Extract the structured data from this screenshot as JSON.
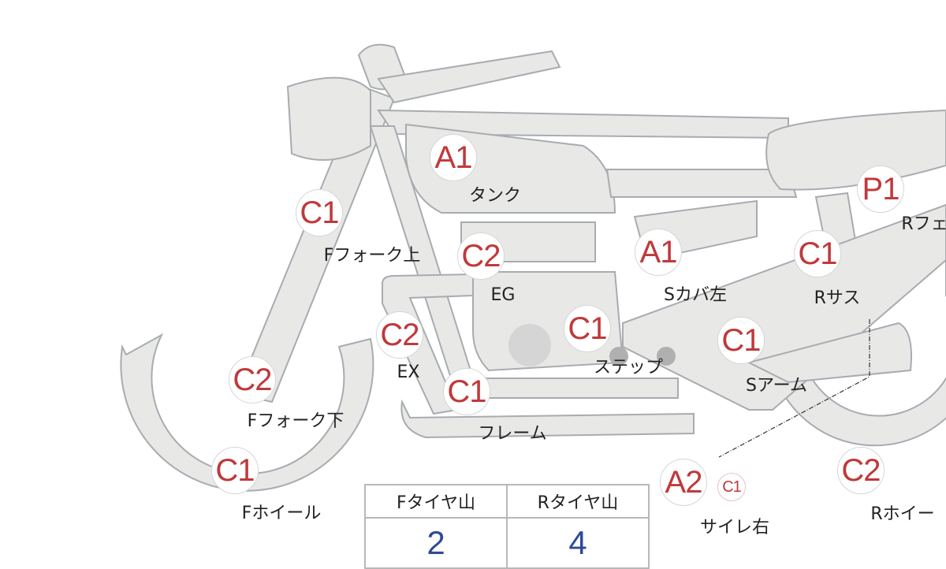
{
  "colors": {
    "body_fill": "#e8e8e6",
    "body_stroke": "#a8acb0",
    "grade": "#c0393b",
    "value": "#2e4a9a"
  },
  "parts": [
    {
      "grade": "A1",
      "label": "タンク"
    },
    {
      "grade": "C1",
      "label": "Fフォーク上"
    },
    {
      "grade": "C2",
      "label": "EG"
    },
    {
      "grade": "A1",
      "label": "Sカバ左"
    },
    {
      "grade": "C1",
      "label": "Rサス"
    },
    {
      "grade": "P1",
      "label": "Rフェ"
    },
    {
      "grade": "C2",
      "label": "EX"
    },
    {
      "grade": "C1",
      "label": "ステップ"
    },
    {
      "grade": "C1",
      "label": "Sアーム"
    },
    {
      "grade": "C2",
      "label": "Fフォーク下"
    },
    {
      "grade": "C1",
      "label": "フレーム"
    },
    {
      "grade": "C1",
      "label": "Fホイール"
    },
    {
      "grade": "A2",
      "sub_grade": "C1",
      "label": "サイレ右"
    },
    {
      "grade": "C2",
      "label": "Rホイー"
    }
  ],
  "tire_table": {
    "headers": [
      "Fタイヤ山",
      "Rタイヤ山"
    ],
    "values": [
      "2",
      "4"
    ]
  }
}
